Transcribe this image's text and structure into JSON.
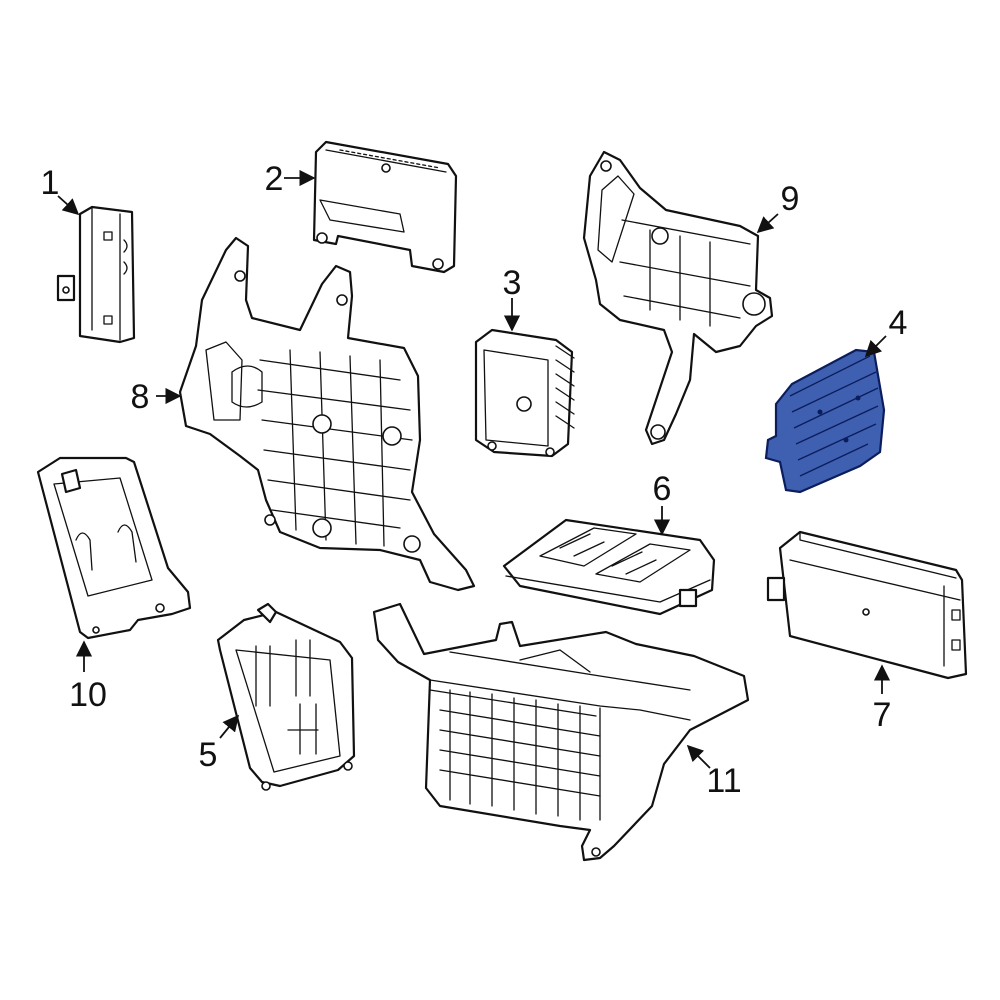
{
  "diagram": {
    "highlight_color": "#3f5fb0",
    "highlight_stroke": "#0b1d5c",
    "highlighted_part": "4",
    "callouts": {
      "c1": "1",
      "c2": "2",
      "c3": "3",
      "c4": "4",
      "c5": "5",
      "c6": "6",
      "c7": "7",
      "c8": "8",
      "c9": "9",
      "c10": "10",
      "c11": "11"
    }
  }
}
